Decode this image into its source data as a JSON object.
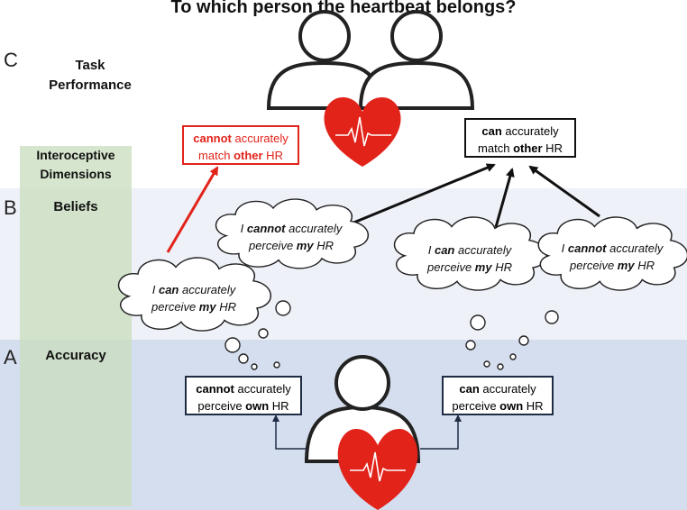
{
  "title": "To which person the heartbeat belongs?",
  "levels": {
    "c": {
      "letter": "C",
      "label_line1": "Task",
      "label_line2": "Performance"
    },
    "dimensions": {
      "line1": "Interoceptive",
      "line2": "Dimensions"
    },
    "b": {
      "letter": "B",
      "label": "Beliefs"
    },
    "a": {
      "letter": "A",
      "label": "Accuracy"
    }
  },
  "task_boxes": {
    "cannot_match": {
      "w1": "cannot",
      "w2": " accurately",
      "w3": "match ",
      "w4": "other",
      "w5": " HR"
    },
    "can_match": {
      "w1": "can",
      "w2": " accurately",
      "w3": "match ",
      "w4": "other",
      "w5": " HR"
    }
  },
  "belief_clouds": {
    "left_can": {
      "w1": "I ",
      "w2": "can",
      "w3": " accurately",
      "w4": "perceive ",
      "w5": "my",
      "w6": " HR"
    },
    "mid_cannot": {
      "w1": "I ",
      "w2": "cannot",
      "w3": " accurately",
      "w4": "perceive ",
      "w5": "my",
      "w6": " HR"
    },
    "right_can": {
      "w1": "I ",
      "w2": "can",
      "w3": " accurately",
      "w4": "perceive ",
      "w5": "my",
      "w6": " HR"
    },
    "far_right_cannot": {
      "w1": "I ",
      "w2": "cannot",
      "w3": " accurately",
      "w4": "perceive ",
      "w5": "my",
      "w6": " HR"
    }
  },
  "accuracy_boxes": {
    "cannot_perceive": {
      "w1": "cannot",
      "w2": " accurately",
      "w3": "perceive ",
      "w4": "own",
      "w5": " HR"
    },
    "can_perceive": {
      "w1": "can",
      "w2": " accurately",
      "w3": "perceive ",
      "w4": "own",
      "w5": " HR"
    }
  },
  "colors": {
    "heart": "#e2231a",
    "red_arrow": "#e2231a",
    "black_arrow": "#111111",
    "box_border": "#1e2c44"
  }
}
